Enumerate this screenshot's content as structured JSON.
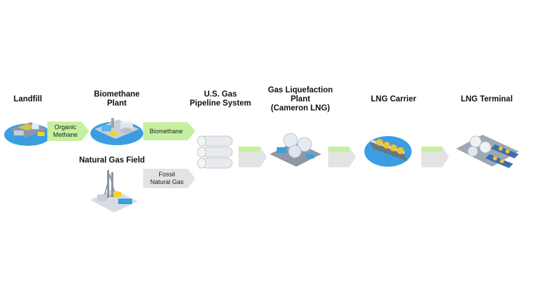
{
  "nodes": {
    "landfill": {
      "label": "Landfill"
    },
    "biomethane_plant": {
      "label": "Biomethane\nPlant"
    },
    "natural_gas_field": {
      "label": "Natural Gas Field"
    },
    "pipeline": {
      "label": "U.S. Gas\nPipeline System"
    },
    "liquefaction": {
      "label": "Gas Liquefaction\nPlant\n(Cameron LNG)"
    },
    "lng_carrier": {
      "label": "LNG Carrier"
    },
    "lng_terminal": {
      "label": "LNG Terminal"
    }
  },
  "arrows": {
    "organic_methane": {
      "label": "Organic\nMethane"
    },
    "biomethane": {
      "label": "Biomethane"
    },
    "fossil_natural_gas": {
      "label": "Fossil\nNatural Gas"
    }
  },
  "colors": {
    "green_arrow": "#c6f0a0",
    "grey_arrow": "#e3e3e3",
    "blob_blue": "#3a9ee0",
    "building_grey": "#c9ced6"
  }
}
